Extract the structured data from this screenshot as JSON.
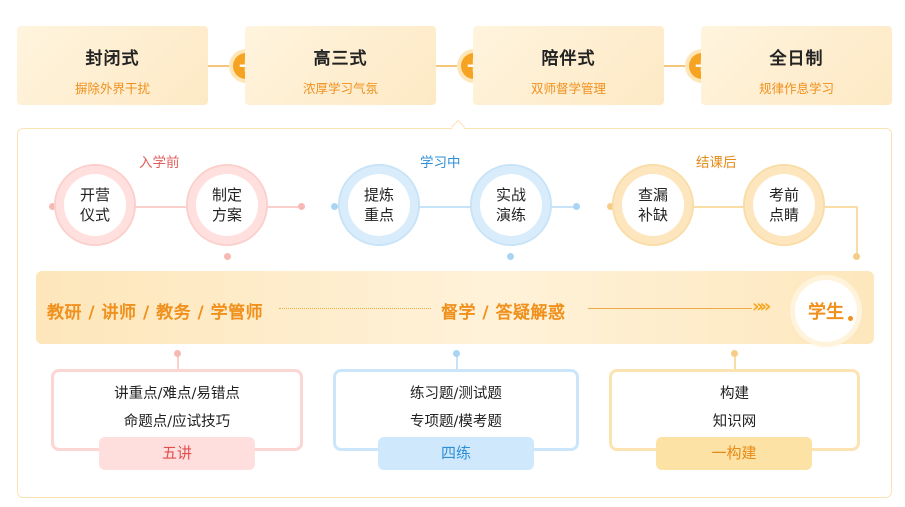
{
  "top_cards": [
    {
      "title": "封闭式",
      "subtitle": "摒除外界干扰"
    },
    {
      "title": "高三式",
      "subtitle": "浓厚学习气氛"
    },
    {
      "title": "陪伴式",
      "subtitle": "双师督学管理"
    },
    {
      "title": "全日制",
      "subtitle": "规律作息学习"
    }
  ],
  "plus_symbol": "+",
  "phases": [
    {
      "label": "入学前",
      "color": "#e15d59",
      "steps": [
        {
          "line1": "开营",
          "line2": "仪式"
        },
        {
          "line1": "制定",
          "line2": "方案"
        }
      ]
    },
    {
      "label": "学习中",
      "color": "#2f8fd6",
      "steps": [
        {
          "line1": "提炼",
          "line2": "重点"
        },
        {
          "line1": "实战",
          "line2": "演练"
        }
      ]
    },
    {
      "label": "结课后",
      "color": "#e68a16",
      "steps": [
        {
          "line1": "查漏",
          "line2": "补缺"
        },
        {
          "line1": "考前",
          "line2": "点睛"
        }
      ]
    }
  ],
  "band": {
    "left_text": "教研 / 讲师 / 教务 / 学管师",
    "mid_text": "督学 / 答疑解惑",
    "arrows": "»»",
    "student": "学生"
  },
  "boxes": [
    {
      "line1": "讲重点/难点/易错点",
      "line2": "命题点/应试技巧",
      "tag": "五讲"
    },
    {
      "line1": "练习题/测试题",
      "line2": "专项题/模考题",
      "tag": "四练"
    },
    {
      "line1": "构建",
      "line2": "知识网",
      "tag": "一构建"
    }
  ],
  "colors": {
    "accent": "#f0901d",
    "red": "#e15d59",
    "blue": "#2f8fd6",
    "yellow": "#e68a16"
  }
}
